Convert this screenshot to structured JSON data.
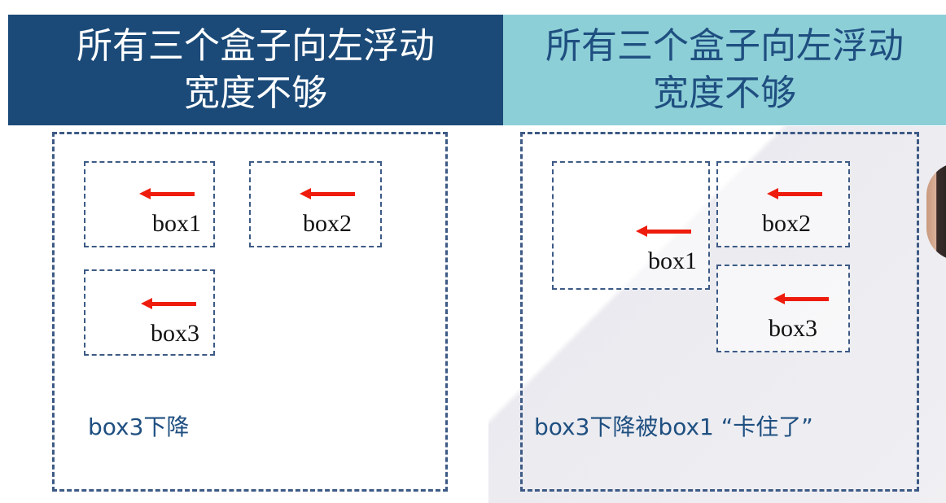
{
  "left_panel": {
    "title_line1": "所有三个盒子向左浮动",
    "title_line2": "宽度不够",
    "boxes": [
      {
        "label": "box1"
      },
      {
        "label": "box2"
      },
      {
        "label": "box3"
      }
    ],
    "caption": "box3下降"
  },
  "right_panel": {
    "title_line1": "所有三个盒子向左浮动",
    "title_line2": "宽度不够",
    "boxes": [
      {
        "label": "box1"
      },
      {
        "label": "box2"
      },
      {
        "label": "box3"
      }
    ],
    "caption": "box3下降被box1 “卡住了”"
  },
  "colors": {
    "left_header_bg": "#1b4a78",
    "right_header_bg": "#8dcfd7",
    "dashed_border": "#3d5a85",
    "arrow": "#ee1c0c",
    "caption_text": "#1f4f80"
  }
}
